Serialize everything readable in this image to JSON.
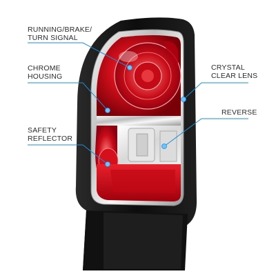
{
  "callouts": {
    "running": {
      "line1": "RUNNING/BRAKE/",
      "line2": "TURN SIGNAL"
    },
    "chrome": {
      "line1": "CHROME",
      "line2": "HOUSING"
    },
    "safety": {
      "line1": "SAFETY",
      "line2": "REFLECTOR"
    },
    "crystal": {
      "line1": "CRYSTAL",
      "line2": "CLEAR LENS"
    },
    "reverse": {
      "line1": "REVERSE"
    }
  },
  "colors": {
    "callout_line": "#1a8fd6",
    "callout_dot": "#6fc3ff",
    "lens_red": "#d0101c",
    "housing_black": "#151515",
    "chrome": "#d9d9d9"
  }
}
